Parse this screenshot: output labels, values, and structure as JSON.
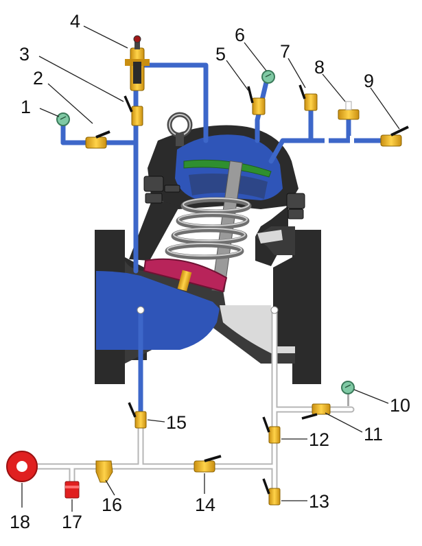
{
  "colors": {
    "water_blue": "#2f55b8",
    "pipe_blue": "#3d67c9",
    "valve_body": "#2b2b2b",
    "diaphragm_green": "#2f8f2f",
    "disc_red": "#b8245a",
    "brass": "#e8b420",
    "pipe_white": "#e9e9e9",
    "gauge_green": "#7fc9a4",
    "strainer_red": "#e02020"
  },
  "labels": [
    "1",
    "2",
    "3",
    "4",
    "5",
    "6",
    "7",
    "8",
    "9",
    "10",
    "11",
    "12",
    "13",
    "14",
    "15",
    "16",
    "17",
    "18"
  ]
}
